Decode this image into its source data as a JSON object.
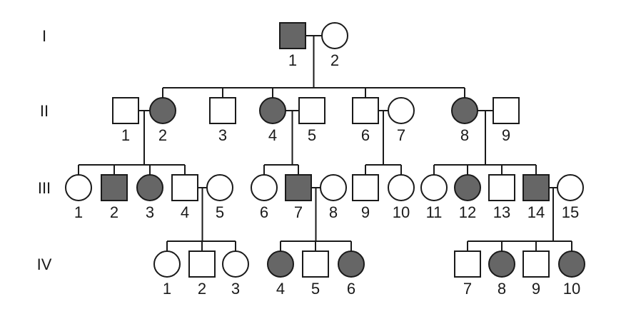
{
  "generations": [
    {
      "label": "I"
    },
    {
      "label": "II"
    },
    {
      "label": "III"
    },
    {
      "label": "IV"
    }
  ],
  "colors": {
    "affected": "#666666",
    "unaffected": "#ffffff",
    "line": "#1a1a1a"
  },
  "individuals": [
    {
      "id": "I-1",
      "gen": "I",
      "number": "1",
      "sex": "male",
      "affected": true
    },
    {
      "id": "I-2",
      "gen": "I",
      "number": "2",
      "sex": "female",
      "affected": false
    },
    {
      "id": "II-1",
      "gen": "II",
      "number": "1",
      "sex": "male",
      "affected": false
    },
    {
      "id": "II-2",
      "gen": "II",
      "number": "2",
      "sex": "female",
      "affected": true
    },
    {
      "id": "II-3",
      "gen": "II",
      "number": "3",
      "sex": "male",
      "affected": false
    },
    {
      "id": "II-4",
      "gen": "II",
      "number": "4",
      "sex": "female",
      "affected": true
    },
    {
      "id": "II-5",
      "gen": "II",
      "number": "5",
      "sex": "male",
      "affected": false
    },
    {
      "id": "II-6",
      "gen": "II",
      "number": "6",
      "sex": "male",
      "affected": false
    },
    {
      "id": "II-7",
      "gen": "II",
      "number": "7",
      "sex": "female",
      "affected": false
    },
    {
      "id": "II-8",
      "gen": "II",
      "number": "8",
      "sex": "female",
      "affected": true
    },
    {
      "id": "II-9",
      "gen": "II",
      "number": "9",
      "sex": "male",
      "affected": false
    },
    {
      "id": "III-1",
      "gen": "III",
      "number": "1",
      "sex": "female",
      "affected": false
    },
    {
      "id": "III-2",
      "gen": "III",
      "number": "2",
      "sex": "male",
      "affected": true
    },
    {
      "id": "III-3",
      "gen": "III",
      "number": "3",
      "sex": "female",
      "affected": true
    },
    {
      "id": "III-4",
      "gen": "III",
      "number": "4",
      "sex": "male",
      "affected": false
    },
    {
      "id": "III-5",
      "gen": "III",
      "number": "5",
      "sex": "female",
      "affected": false
    },
    {
      "id": "III-6",
      "gen": "III",
      "number": "6",
      "sex": "female",
      "affected": false
    },
    {
      "id": "III-7",
      "gen": "III",
      "number": "7",
      "sex": "male",
      "affected": true
    },
    {
      "id": "III-8",
      "gen": "III",
      "number": "8",
      "sex": "female",
      "affected": false
    },
    {
      "id": "III-9",
      "gen": "III",
      "number": "9",
      "sex": "male",
      "affected": false
    },
    {
      "id": "III-10",
      "gen": "III",
      "number": "10",
      "sex": "female",
      "affected": false
    },
    {
      "id": "III-11",
      "gen": "III",
      "number": "11",
      "sex": "female",
      "affected": false
    },
    {
      "id": "III-12",
      "gen": "III",
      "number": "12",
      "sex": "female",
      "affected": true
    },
    {
      "id": "III-13",
      "gen": "III",
      "number": "13",
      "sex": "male",
      "affected": false
    },
    {
      "id": "III-14",
      "gen": "III",
      "number": "14",
      "sex": "male",
      "affected": true
    },
    {
      "id": "III-15",
      "gen": "III",
      "number": "15",
      "sex": "female",
      "affected": false
    },
    {
      "id": "IV-1",
      "gen": "IV",
      "number": "1",
      "sex": "female",
      "affected": false
    },
    {
      "id": "IV-2",
      "gen": "IV",
      "number": "2",
      "sex": "male",
      "affected": false
    },
    {
      "id": "IV-3",
      "gen": "IV",
      "number": "3",
      "sex": "female",
      "affected": false
    },
    {
      "id": "IV-4",
      "gen": "IV",
      "number": "4",
      "sex": "female",
      "affected": true
    },
    {
      "id": "IV-5",
      "gen": "IV",
      "number": "5",
      "sex": "male",
      "affected": false
    },
    {
      "id": "IV-6",
      "gen": "IV",
      "number": "6",
      "sex": "female",
      "affected": true
    },
    {
      "id": "IV-7",
      "gen": "IV",
      "number": "7",
      "sex": "male",
      "affected": false
    },
    {
      "id": "IV-8",
      "gen": "IV",
      "number": "8",
      "sex": "female",
      "affected": true
    },
    {
      "id": "IV-9",
      "gen": "IV",
      "number": "9",
      "sex": "male",
      "affected": false
    },
    {
      "id": "IV-10",
      "gen": "IV",
      "number": "10",
      "sex": "female",
      "affected": true
    }
  ],
  "matings": [
    {
      "id": "m-I",
      "partners": [
        "I-1",
        "I-2"
      ]
    },
    {
      "id": "m-II-1",
      "partners": [
        "II-1",
        "II-2"
      ]
    },
    {
      "id": "m-II-2",
      "partners": [
        "II-4",
        "II-5"
      ]
    },
    {
      "id": "m-II-3",
      "partners": [
        "II-6",
        "II-7"
      ]
    },
    {
      "id": "m-II-4",
      "partners": [
        "II-8",
        "II-9"
      ]
    },
    {
      "id": "m-III-1",
      "partners": [
        "III-4",
        "III-5"
      ]
    },
    {
      "id": "m-III-2",
      "partners": [
        "III-7",
        "III-8"
      ]
    },
    {
      "id": "m-III-3",
      "partners": [
        "III-14",
        "III-15"
      ]
    }
  ],
  "sibships": [
    {
      "parents": "m-I",
      "children": [
        "II-2",
        "II-3",
        "II-4",
        "II-6",
        "II-8"
      ]
    },
    {
      "parents": "m-II-1",
      "children": [
        "III-1",
        "III-2",
        "III-3",
        "III-4"
      ]
    },
    {
      "parents": "m-II-2",
      "children": [
        "III-6",
        "III-7"
      ]
    },
    {
      "parents": "m-II-3",
      "children": [
        "III-9",
        "III-10"
      ]
    },
    {
      "parents": "m-II-4",
      "children": [
        "III-11",
        "III-12",
        "III-13",
        "III-14"
      ]
    },
    {
      "parents": "m-III-1",
      "children": [
        "IV-1",
        "IV-2",
        "IV-3"
      ]
    },
    {
      "parents": "m-III-2",
      "children": [
        "IV-4",
        "IV-5",
        "IV-6"
      ]
    },
    {
      "parents": "m-III-3",
      "children": [
        "IV-7",
        "IV-8",
        "IV-9",
        "IV-10"
      ]
    }
  ]
}
